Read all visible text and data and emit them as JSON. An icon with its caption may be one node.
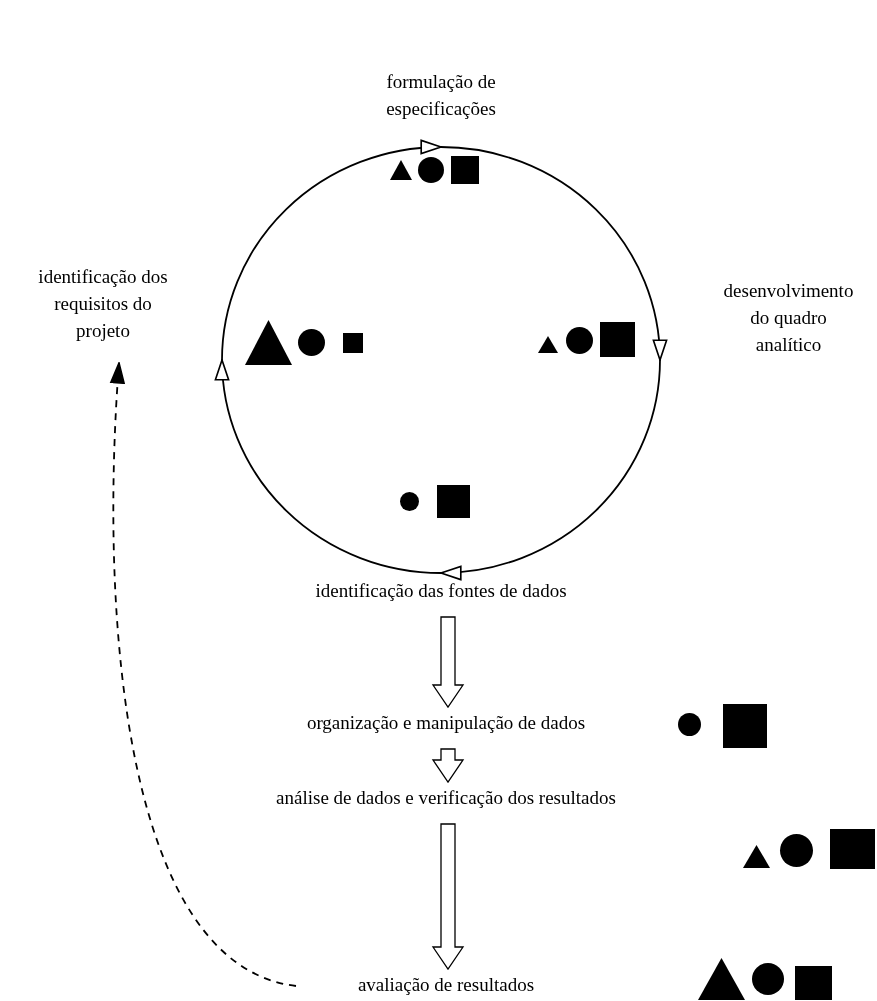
{
  "diagram": {
    "nodes": [
      {
        "text": [
          "formulação de especificações"
        ]
      },
      {
        "text": [
          "identificação dos requisitos do projeto"
        ]
      },
      {
        "text": [
          "desenvolvimento do quadro analítico"
        ]
      },
      {
        "text": [
          "identificação das fontes de dados"
        ]
      },
      {
        "text": [
          "organização e manipulação de dados"
        ]
      },
      {
        "text": [
          "análise de dados e verificação dos resultados"
        ]
      },
      {
        "text": [
          "avaliação de resultados"
        ]
      }
    ],
    "edges": [
      {
        "from": 1,
        "to": 0,
        "arrow": "to"
      },
      {
        "from": 0,
        "to": 2,
        "arrow": "to"
      },
      {
        "from": 2,
        "to": 3,
        "arrow": "to"
      },
      {
        "from": 3,
        "to": 1,
        "arrow": "to"
      },
      {
        "from": 3,
        "to": 4,
        "arrow": "to"
      },
      {
        "from": 4,
        "to": 5,
        "arrow": "to"
      },
      {
        "from": 5,
        "to": 6,
        "arrow": "to"
      },
      {
        "from": 6,
        "to": 1,
        "arrow": "to",
        "style": "dashed"
      }
    ]
  }
}
